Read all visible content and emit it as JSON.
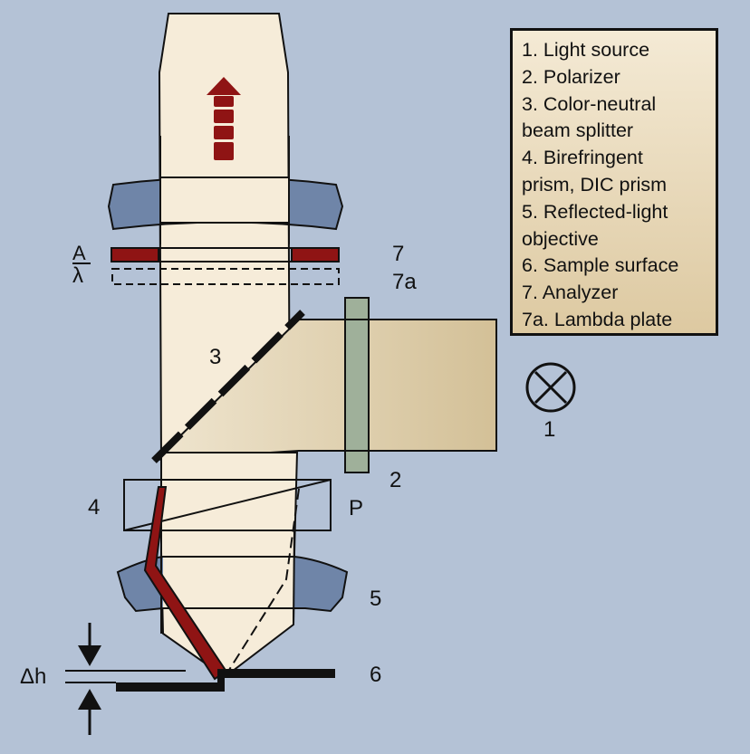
{
  "labels": {
    "analyzer_symbol": "A",
    "lambda_symbol": "λ",
    "n7": "7",
    "n7a": "7a",
    "n3": "3",
    "n1": "1",
    "n2": "2",
    "n4": "4",
    "p": "P",
    "n5": "5",
    "n6": "6",
    "dh": "Δh"
  },
  "legend": [
    "1. Light source",
    "2. Polarizer",
    "3. Color-neutral",
    "beam splitter",
    "4. Birefringent",
    "prism, DIC prism",
    "5. Reflected-light",
    "objective",
    "6. Sample surface",
    "7. Analyzer",
    "7a. Lambda plate"
  ],
  "colors": {
    "background": "#b4c2d6",
    "beam": "#f6ecd9",
    "side_beam": "#d9c9a4",
    "lens": "#6f85a8",
    "analyzer": "#8f1414",
    "polarizer": "#9fb09a",
    "red_arrow": "#8f1414"
  }
}
